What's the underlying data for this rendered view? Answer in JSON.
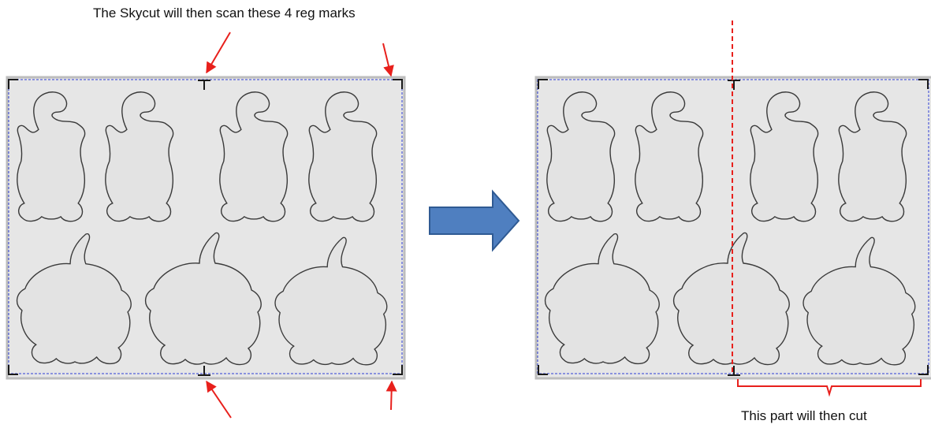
{
  "annotations": {
    "top_caption": "The Skycut will then scan these 4 reg marks",
    "bottom_caption": "This part will then cut"
  },
  "colors": {
    "mat_fill": "#e6e6e6",
    "mat_border": "#bdbdbd",
    "dashed_blue": "#2d3fd6",
    "callout_red": "#e8201c",
    "arrow_fill": "#4f7fc0",
    "arrow_stroke": "#2f5a93",
    "shape_stroke": "#3a3a3a",
    "shape_fill": "#e3e3e3"
  },
  "panels": [
    {
      "name": "before",
      "registration_marks": 6,
      "divider": false
    },
    {
      "name": "after",
      "registration_marks": 6,
      "divider": true
    }
  ],
  "shapes": {
    "cats_per_panel": 4,
    "dogs_per_panel": 3
  }
}
